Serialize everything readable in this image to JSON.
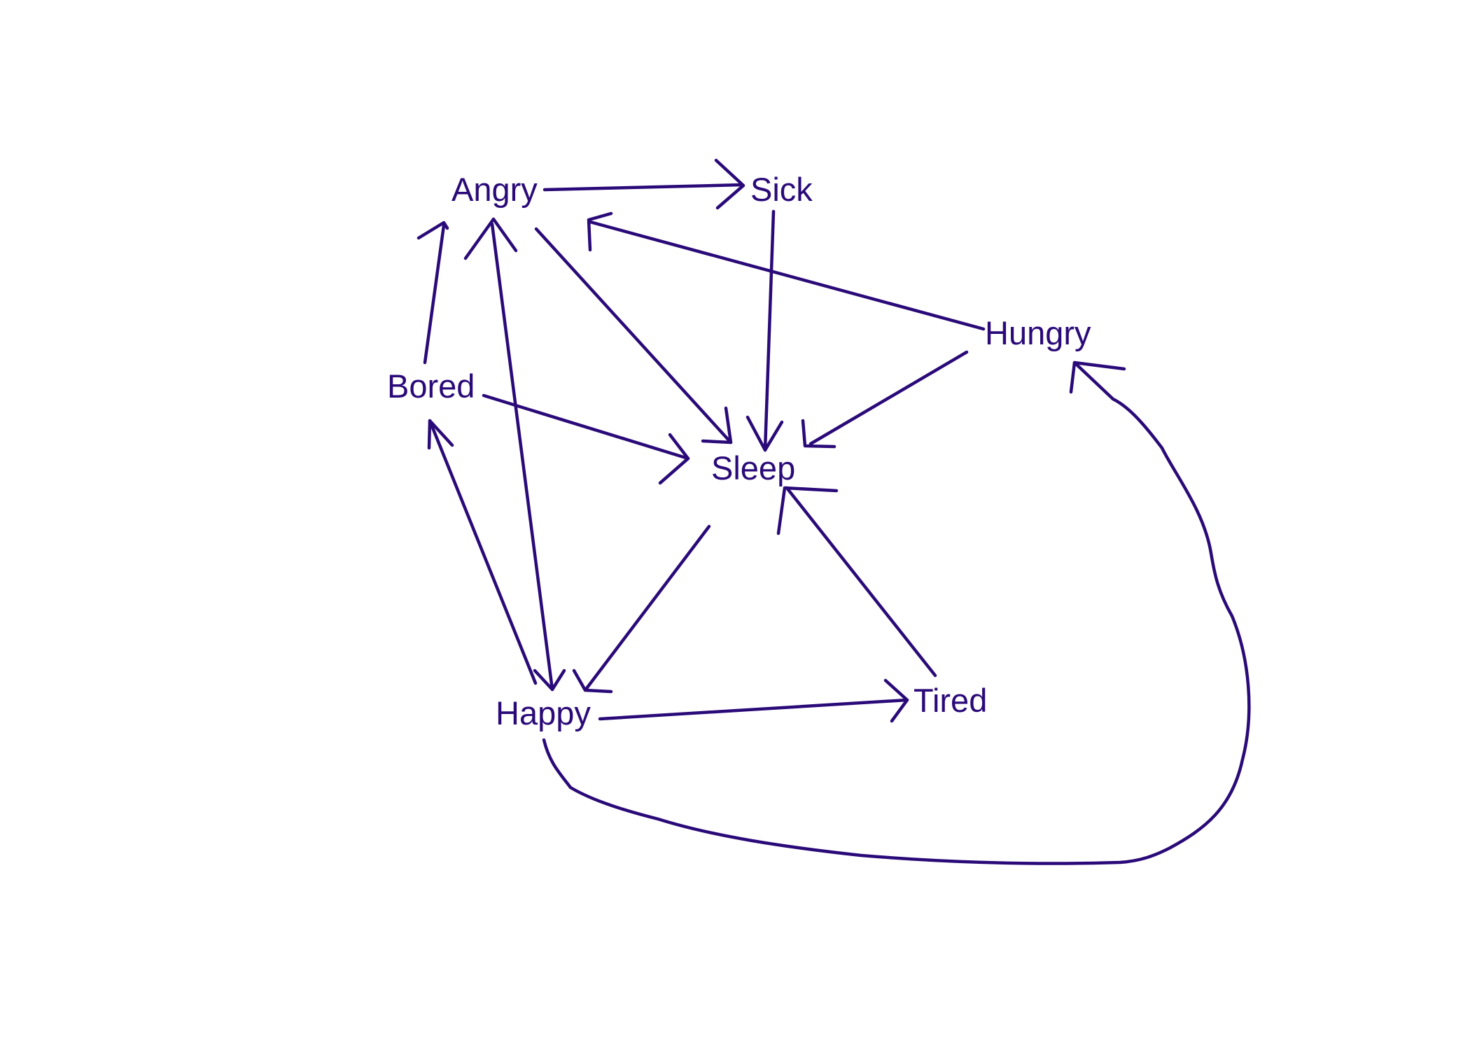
{
  "colors": {
    "ink": "#2a0a78",
    "background": "#ffffff"
  },
  "nodes": {
    "angry": "Angry",
    "sick": "Sick",
    "hungry": "Hungry",
    "bored": "Bored",
    "sleep": "Sleep",
    "happy": "Happy",
    "tired": "Tired"
  },
  "edges": [
    {
      "from": "Angry",
      "to": "Sick"
    },
    {
      "from": "Angry",
      "to": "Sleep"
    },
    {
      "from": "Angry",
      "to": "Happy"
    },
    {
      "from": "Sick",
      "to": "Sleep"
    },
    {
      "from": "Hungry",
      "to": "Angry"
    },
    {
      "from": "Hungry",
      "to": "Sleep"
    },
    {
      "from": "Bored",
      "to": "Angry"
    },
    {
      "from": "Bored",
      "to": "Sleep"
    },
    {
      "from": "Sleep",
      "to": "Happy"
    },
    {
      "from": "Happy",
      "to": "Bored"
    },
    {
      "from": "Happy",
      "to": "Tired"
    },
    {
      "from": "Happy",
      "to": "Hungry"
    },
    {
      "from": "Tired",
      "to": "Sleep"
    }
  ]
}
